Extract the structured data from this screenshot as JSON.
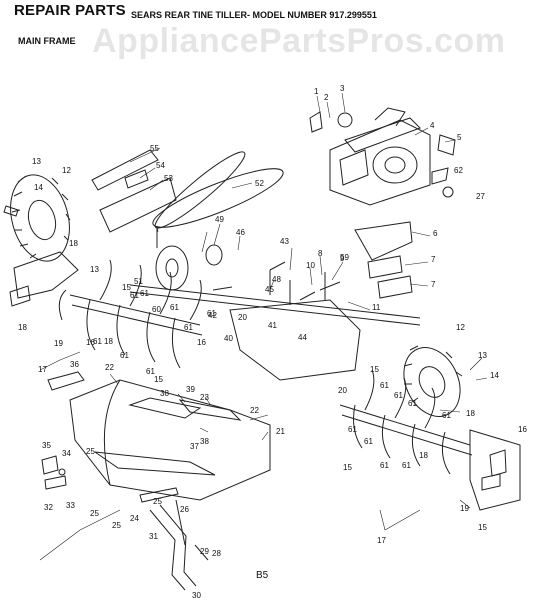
{
  "header": {
    "title": "REPAIR PARTS",
    "model": "SEARS REAR TINE TILLER- MODEL NUMBER 917.299551",
    "section": "MAIN FRAME"
  },
  "watermark": "AppliancePartsPros.com",
  "footer": {
    "page": "B5"
  },
  "callouts": [
    {
      "id": "c1",
      "text": "1"
    },
    {
      "id": "c2",
      "text": "2"
    },
    {
      "id": "c3",
      "text": "3"
    },
    {
      "id": "c4",
      "text": "4"
    },
    {
      "id": "c5",
      "text": "5"
    },
    {
      "id": "c6",
      "text": "6"
    },
    {
      "id": "c7a",
      "text": "7"
    },
    {
      "id": "c7b",
      "text": "7"
    },
    {
      "id": "c8",
      "text": "8"
    },
    {
      "id": "c9",
      "text": "9"
    },
    {
      "id": "c10",
      "text": "10"
    },
    {
      "id": "c11",
      "text": "11"
    },
    {
      "id": "c12a",
      "text": "12"
    },
    {
      "id": "c12b",
      "text": "12"
    },
    {
      "id": "c13a",
      "text": "13"
    },
    {
      "id": "c13b",
      "text": "13"
    },
    {
      "id": "c13c",
      "text": "13"
    },
    {
      "id": "c14a",
      "text": "14"
    },
    {
      "id": "c14b",
      "text": "14"
    },
    {
      "id": "c15a",
      "text": "15"
    },
    {
      "id": "c15b",
      "text": "15"
    },
    {
      "id": "c15c",
      "text": "15"
    },
    {
      "id": "c15d",
      "text": "15"
    },
    {
      "id": "c15e",
      "text": "15"
    },
    {
      "id": "c16a",
      "text": "16"
    },
    {
      "id": "c16b",
      "text": "16"
    },
    {
      "id": "c16c",
      "text": "16"
    },
    {
      "id": "c17a",
      "text": "17"
    },
    {
      "id": "c17b",
      "text": "17"
    },
    {
      "id": "c18a",
      "text": "18"
    },
    {
      "id": "c18b",
      "text": "18"
    },
    {
      "id": "c18c",
      "text": "18"
    },
    {
      "id": "c18d",
      "text": "18"
    },
    {
      "id": "c18e",
      "text": "18"
    },
    {
      "id": "c19a",
      "text": "19"
    },
    {
      "id": "c19b",
      "text": "19"
    },
    {
      "id": "c20a",
      "text": "20"
    },
    {
      "id": "c20b",
      "text": "20"
    },
    {
      "id": "c21",
      "text": "21"
    },
    {
      "id": "c22a",
      "text": "22"
    },
    {
      "id": "c22b",
      "text": "22"
    },
    {
      "id": "c23",
      "text": "23"
    },
    {
      "id": "c24",
      "text": "24"
    },
    {
      "id": "c25a",
      "text": "25"
    },
    {
      "id": "c25b",
      "text": "25"
    },
    {
      "id": "c25c",
      "text": "25"
    },
    {
      "id": "c25d",
      "text": "25"
    },
    {
      "id": "c26",
      "text": "26"
    },
    {
      "id": "c27",
      "text": "27"
    },
    {
      "id": "c28",
      "text": "28"
    },
    {
      "id": "c29",
      "text": "29"
    },
    {
      "id": "c30",
      "text": "30"
    },
    {
      "id": "c31",
      "text": "31"
    },
    {
      "id": "c32",
      "text": "32"
    },
    {
      "id": "c33",
      "text": "33"
    },
    {
      "id": "c34",
      "text": "34"
    },
    {
      "id": "c35",
      "text": "35"
    },
    {
      "id": "c36",
      "text": "36"
    },
    {
      "id": "c37",
      "text": "37"
    },
    {
      "id": "c38a",
      "text": "38"
    },
    {
      "id": "c38b",
      "text": "38"
    },
    {
      "id": "c39",
      "text": "39"
    },
    {
      "id": "c40",
      "text": "40"
    },
    {
      "id": "c41",
      "text": "41"
    },
    {
      "id": "c42",
      "text": "42"
    },
    {
      "id": "c43",
      "text": "43"
    },
    {
      "id": "c44",
      "text": "44"
    },
    {
      "id": "c45",
      "text": "45"
    },
    {
      "id": "c46",
      "text": "46"
    },
    {
      "id": "c48",
      "text": "48"
    },
    {
      "id": "c49",
      "text": "49"
    },
    {
      "id": "c51",
      "text": "51"
    },
    {
      "id": "c52",
      "text": "52"
    },
    {
      "id": "c53",
      "text": "53"
    },
    {
      "id": "c54",
      "text": "54"
    },
    {
      "id": "c55",
      "text": "55"
    },
    {
      "id": "c59",
      "text": "59"
    },
    {
      "id": "c60",
      "text": "60"
    },
    {
      "id": "c61a",
      "text": "61"
    },
    {
      "id": "c61b",
      "text": "61"
    },
    {
      "id": "c61c",
      "text": "61"
    },
    {
      "id": "c61d",
      "text": "61"
    },
    {
      "id": "c61e",
      "text": "61"
    },
    {
      "id": "c61f",
      "text": "61"
    },
    {
      "id": "c61g",
      "text": "61"
    },
    {
      "id": "c61h",
      "text": "61"
    },
    {
      "id": "c61i",
      "text": "61"
    },
    {
      "id": "c61j",
      "text": "61"
    },
    {
      "id": "c61k",
      "text": "61"
    },
    {
      "id": "c61l",
      "text": "61"
    },
    {
      "id": "c61m",
      "text": "61"
    },
    {
      "id": "c61n",
      "text": "61"
    },
    {
      "id": "c61o",
      "text": "61"
    },
    {
      "id": "c61p",
      "text": "61"
    },
    {
      "id": "c62",
      "text": "62"
    }
  ]
}
